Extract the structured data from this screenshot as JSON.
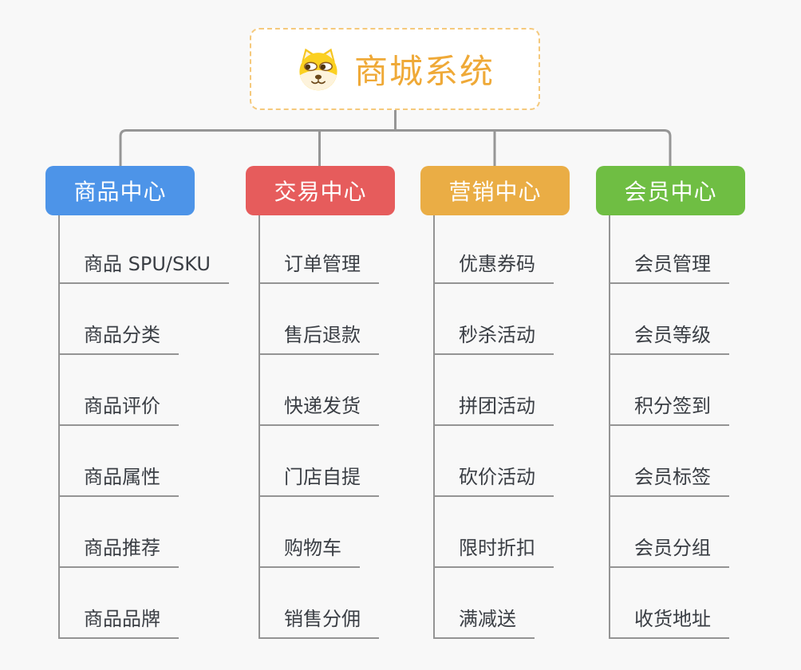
{
  "background_color": "#f8f8f8",
  "connector_color": "#969696",
  "root": {
    "title": "商城系统",
    "icon": "dog-face-icon",
    "text_color": "#efa937",
    "border_color": "#f5c97c",
    "bg_color": "#ffffff"
  },
  "branches": [
    {
      "label": "商品中心",
      "color": "#4d94e8",
      "children": [
        "商品 SPU/SKU",
        "商品分类",
        "商品评价",
        "商品属性",
        "商品推荐",
        "商品品牌"
      ]
    },
    {
      "label": "交易中心",
      "color": "#e65c5c",
      "children": [
        "订单管理",
        "售后退款",
        "快递发货",
        "门店自提",
        "购物车",
        "销售分佣"
      ]
    },
    {
      "label": "营销中心",
      "color": "#eaad45",
      "children": [
        "优惠券码",
        "秒杀活动",
        "拼团活动",
        "砍价活动",
        "限时折扣",
        "满减送"
      ]
    },
    {
      "label": "会员中心",
      "color": "#6fbe43",
      "children": [
        "会员管理",
        "会员等级",
        "积分签到",
        "会员标签",
        "会员分组",
        "收货地址"
      ]
    }
  ]
}
